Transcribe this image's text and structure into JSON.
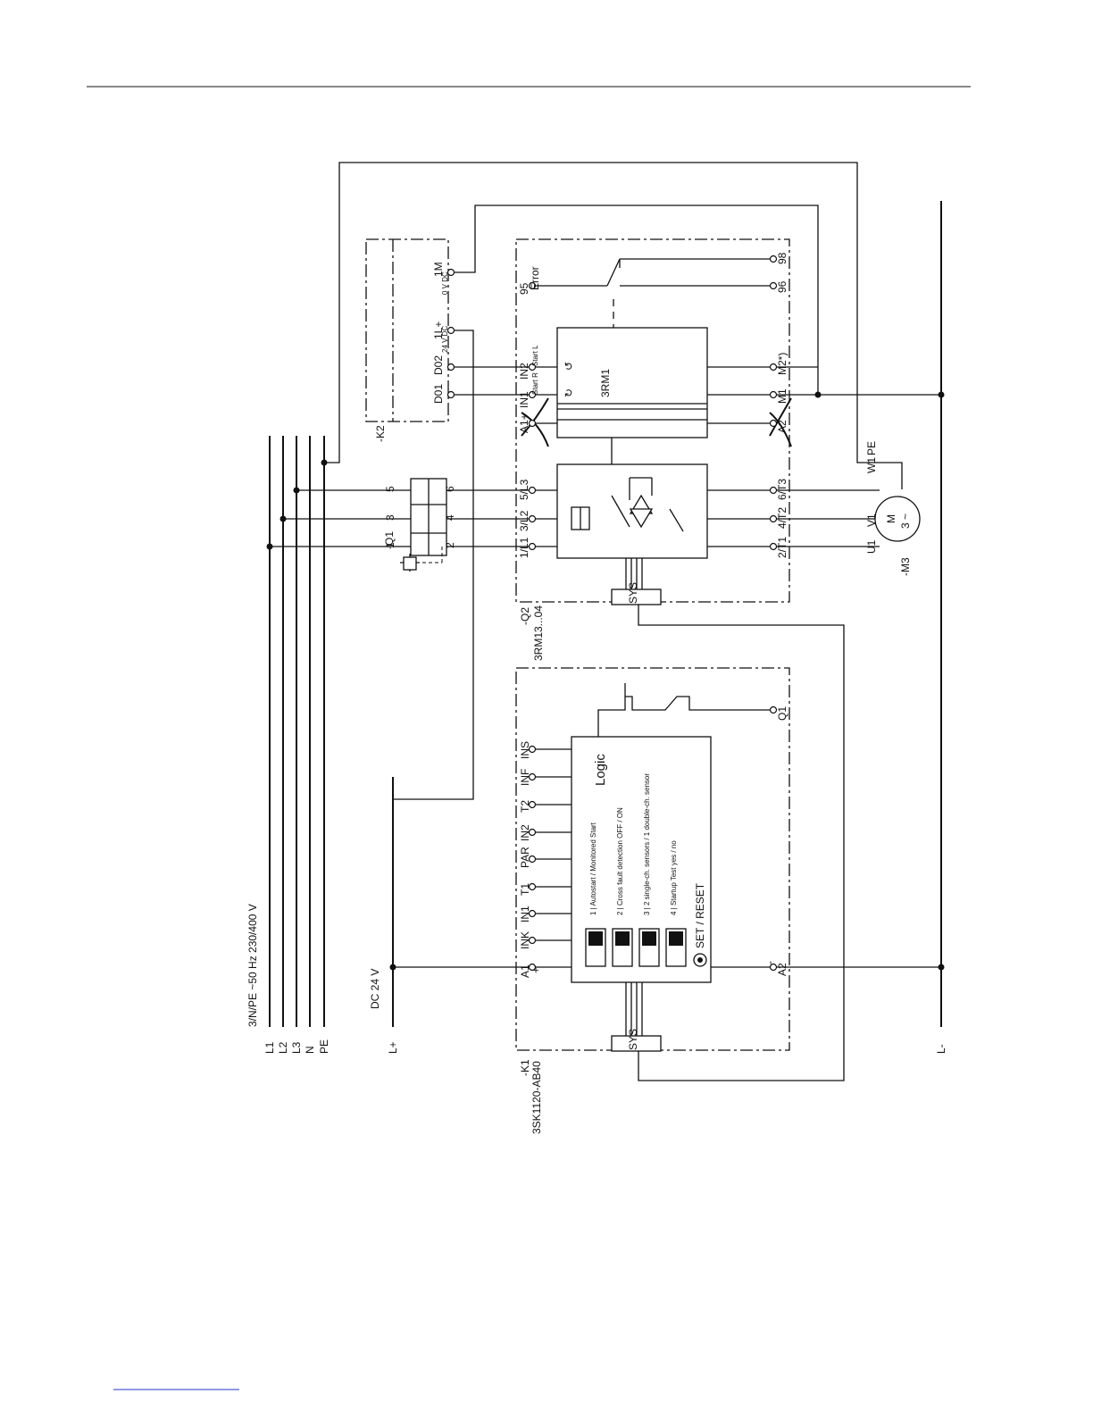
{
  "supply": {
    "spec": "3/N/PE ~50 Hz  230/400 V"
  },
  "rails": {
    "l1": "L1",
    "l2": "L2",
    "l3": "L3",
    "n": "N",
    "pe": "PE"
  },
  "dc": {
    "spec": "DC 24 V",
    "lplus": "L+",
    "lminus": "L-"
  },
  "k2": {
    "name": "-K2",
    "t_1m": "1M",
    "t_0v": "0 V DC",
    "t_1lplus": "1L+",
    "t_24v": "24 V DC",
    "t_d02": "D02",
    "t_d01": "D01"
  },
  "q1": {
    "name": "-Q1",
    "t1": "1",
    "t3": "3",
    "t5": "5",
    "t2": "2",
    "t4": "4",
    "t6": "6"
  },
  "q2": {
    "name": "-Q2",
    "model": "3RM13...04",
    "t95": "95",
    "error": "Error",
    "in2": "IN2",
    "start_l": "Start L",
    "in1": "IN1",
    "start_r": "Start R",
    "a1": "A1+",
    "t5l3": "5/L3",
    "t3l2": "3/L2",
    "t1l1": "1/L1",
    "t98": "98",
    "t96": "96",
    "m2": "M2*)",
    "m1": "M1",
    "a2": "A2",
    "t6t3": "6/T3",
    "t4t2": "4/T2",
    "t2t1": "2/T1",
    "block": "3RM1",
    "icon_right": "↻",
    "icon_left": "↺",
    "sys": "SYS"
  },
  "motor": {
    "w1": "W1",
    "v1": "V1",
    "u1": "U1",
    "pe": "PE",
    "m": "M",
    "phase": "3 ~",
    "name": "-M3"
  },
  "k1": {
    "name": "-K1",
    "model": "3SK1120-AB40",
    "a1": "A1",
    "plus": "+",
    "ink": "INK",
    "in1": "IN1",
    "t1": "T1",
    "par": "PAR",
    "in2": "IN2",
    "t2": "T2",
    "inf": "INF",
    "ins": "INS",
    "a2": "A2",
    "minus": "-",
    "q1": "Q1",
    "logic": "Logic",
    "dip1": "1 | Autostart / Monitored Start",
    "dip2": "2 | Cross fault detection OFF / ON",
    "dip3": "3 | 2 single-ch. sensors / 1 double-ch. sensor",
    "dip4": "4 | Startup Test yes / no",
    "set_reset": "SET / RESET",
    "sys": "SYS"
  }
}
